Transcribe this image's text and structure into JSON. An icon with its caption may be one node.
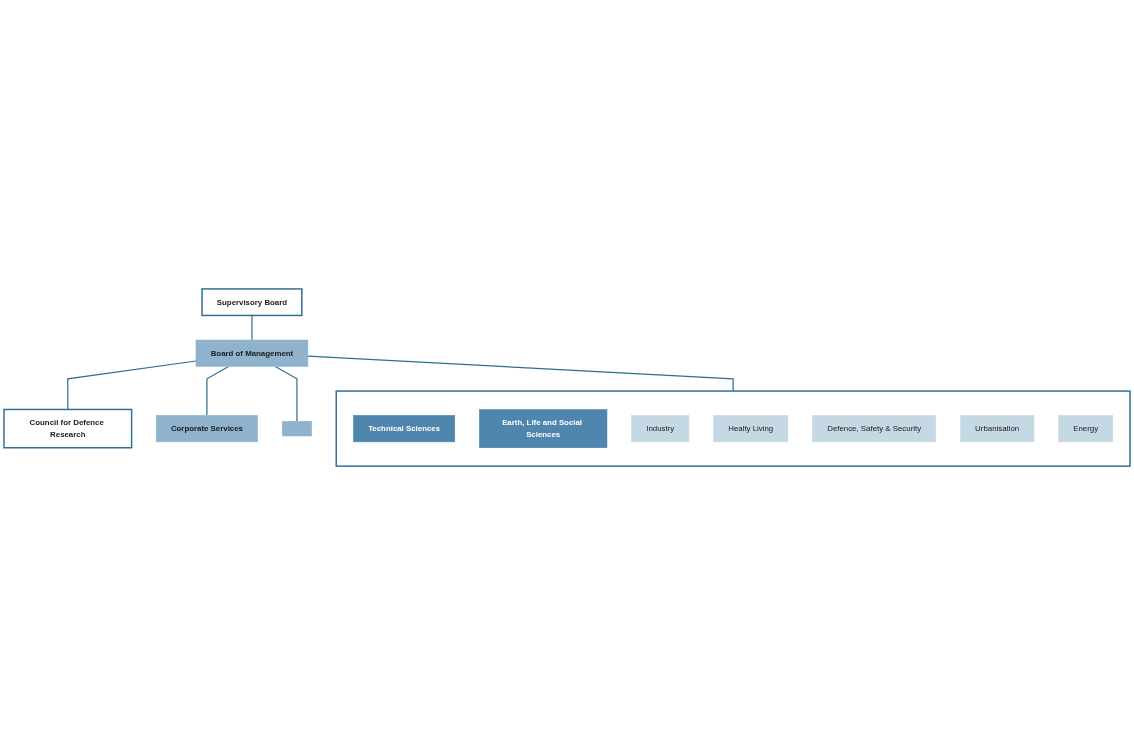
{
  "diagram": {
    "nodes": [
      {
        "text": [
          "Supervisory Board"
        ]
      },
      {
        "text": [
          "Board of Management"
        ]
      },
      {
        "text": [
          "Council for Defence Research"
        ]
      },
      {
        "text": [
          "Corporate Services"
        ]
      },
      {
        "text": [],
        "shape": "box"
      },
      {
        "text": [],
        "shape": "box"
      },
      {
        "text": [
          "Technical Sciences"
        ],
        "in": 5
      },
      {
        "text": [
          "Earth, Life and Social Sciences"
        ],
        "in": 5
      },
      {
        "text": [
          "Industry"
        ],
        "in": 5
      },
      {
        "text": [
          "Healty Living"
        ],
        "in": 5
      },
      {
        "text": [
          "Defence, Safety & Security"
        ],
        "in": 5
      },
      {
        "text": [
          "Urbanisation"
        ],
        "in": 5
      },
      {
        "text": [
          "Energy"
        ],
        "in": 5
      }
    ],
    "edges": [
      {
        "from": 0,
        "to": 1,
        "arrow": "none"
      },
      {
        "from": 1,
        "to": 2,
        "arrow": "none"
      },
      {
        "from": 1,
        "to": 3,
        "arrow": "none"
      },
      {
        "from": 1,
        "to": 4,
        "arrow": "none"
      },
      {
        "from": 1,
        "to": 5,
        "arrow": "none"
      }
    ]
  }
}
